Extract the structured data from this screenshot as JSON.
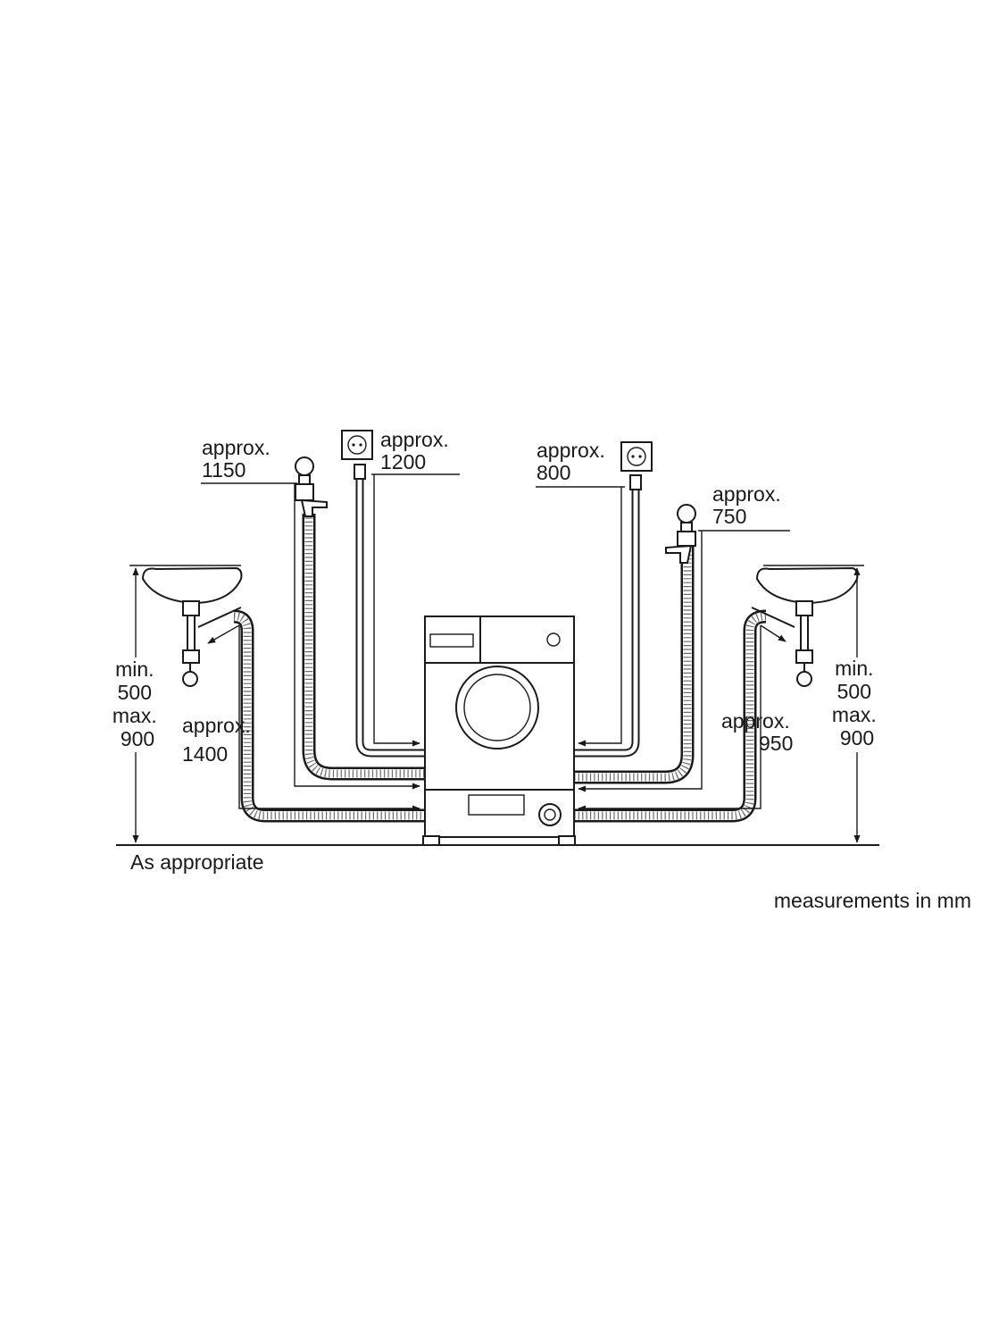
{
  "labels": {
    "inlet_left": [
      "approx.",
      "1150"
    ],
    "power_left": [
      "approx.",
      "1200"
    ],
    "power_right": [
      "approx.",
      "800"
    ],
    "inlet_right": [
      "approx.",
      "750"
    ],
    "drain_left": [
      "approx.",
      "1400"
    ],
    "drain_right": [
      "approx.",
      "950"
    ],
    "height_left": [
      "min.",
      "500",
      "max.",
      "900"
    ],
    "height_right": [
      "min.",
      "500",
      "max.",
      "900"
    ],
    "floor_note": "As appropriate",
    "units_note": "measurements in mm"
  },
  "icons": {
    "appliance": "washing-machine-icon",
    "basin": "wash-basin-icon",
    "tap": "water-tap-icon",
    "socket": "power-socket-icon"
  },
  "colors": {
    "line": "#1a1a1a",
    "background": "#ffffff"
  }
}
